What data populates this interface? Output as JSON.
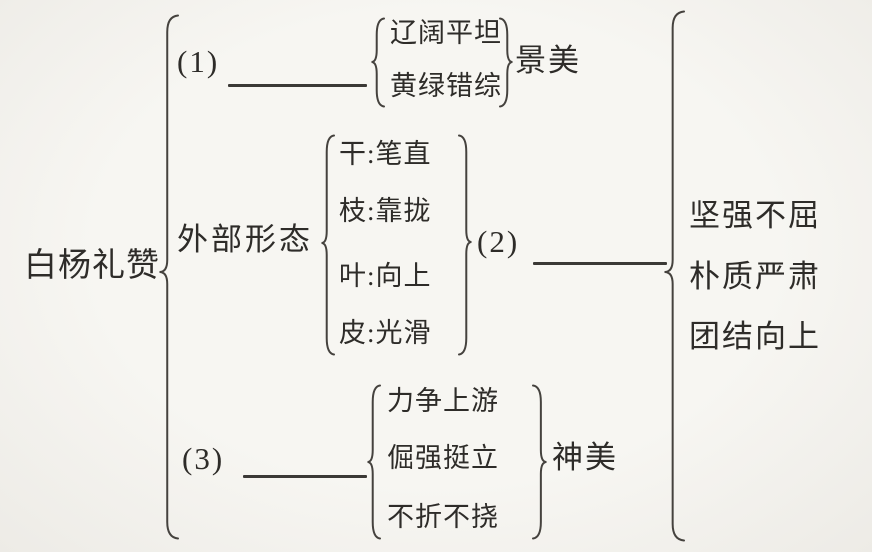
{
  "figure": {
    "title": "白杨礼赞",
    "branches": [
      {
        "label": "(1)",
        "items": [
          "辽阔平坦",
          "黄绿错综"
        ],
        "result": "景美"
      },
      {
        "label": "外部形态",
        "items": [
          "干:笔直",
          "枝:靠拢",
          "叶:向上",
          "皮:光滑"
        ],
        "result": "(2)"
      },
      {
        "label": "(3)",
        "items": [
          "力争上游",
          "倔强挺立",
          "不折不挠"
        ],
        "result": "神美"
      }
    ],
    "conclusions": [
      "坚强不屈",
      "朴质严肃",
      "团结向上"
    ],
    "colors": {
      "ink": "#2e2c29",
      "line": "#3b3936",
      "paper": "#f7f6f2",
      "stroke": "#45423e"
    }
  }
}
